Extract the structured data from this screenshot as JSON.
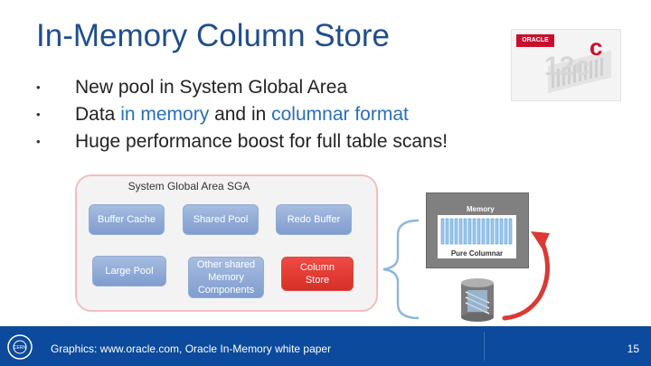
{
  "slide": {
    "title": "In-Memory Column Store",
    "bullets": [
      {
        "marker": "•",
        "parts": [
          {
            "text": "New pool in System Global Area",
            "highlight": false
          }
        ]
      },
      {
        "marker": "•",
        "parts": [
          {
            "text": "Data ",
            "highlight": false
          },
          {
            "text": "in memory",
            "highlight": true
          },
          {
            "text": " and in ",
            "highlight": false
          },
          {
            "text": "columnar format",
            "highlight": true
          }
        ]
      },
      {
        "marker": "•",
        "parts": [
          {
            "text": "Huge performance boost for full table scans!",
            "highlight": false
          }
        ]
      }
    ],
    "highlight_color": "#2a6fb5"
  },
  "logo": {
    "brand": "ORACLE",
    "version": "12c"
  },
  "diagram": {
    "sga_title": "System Global Area SGA",
    "blocks": {
      "buffer_cache": "Buffer Cache",
      "shared_pool": "Shared Pool",
      "redo_buffer": "Redo Buffer",
      "large_pool": "Large Pool",
      "other_shared": "Other shared Memory Components",
      "column_store": "Column Store"
    },
    "memory_label": "Memory",
    "pure_columnar_label": "Pure Columnar"
  },
  "footer": {
    "credit": "Graphics: www.oracle.com, Oracle In-Memory white paper",
    "page": "15",
    "bar_color": "#0b4a9c"
  }
}
